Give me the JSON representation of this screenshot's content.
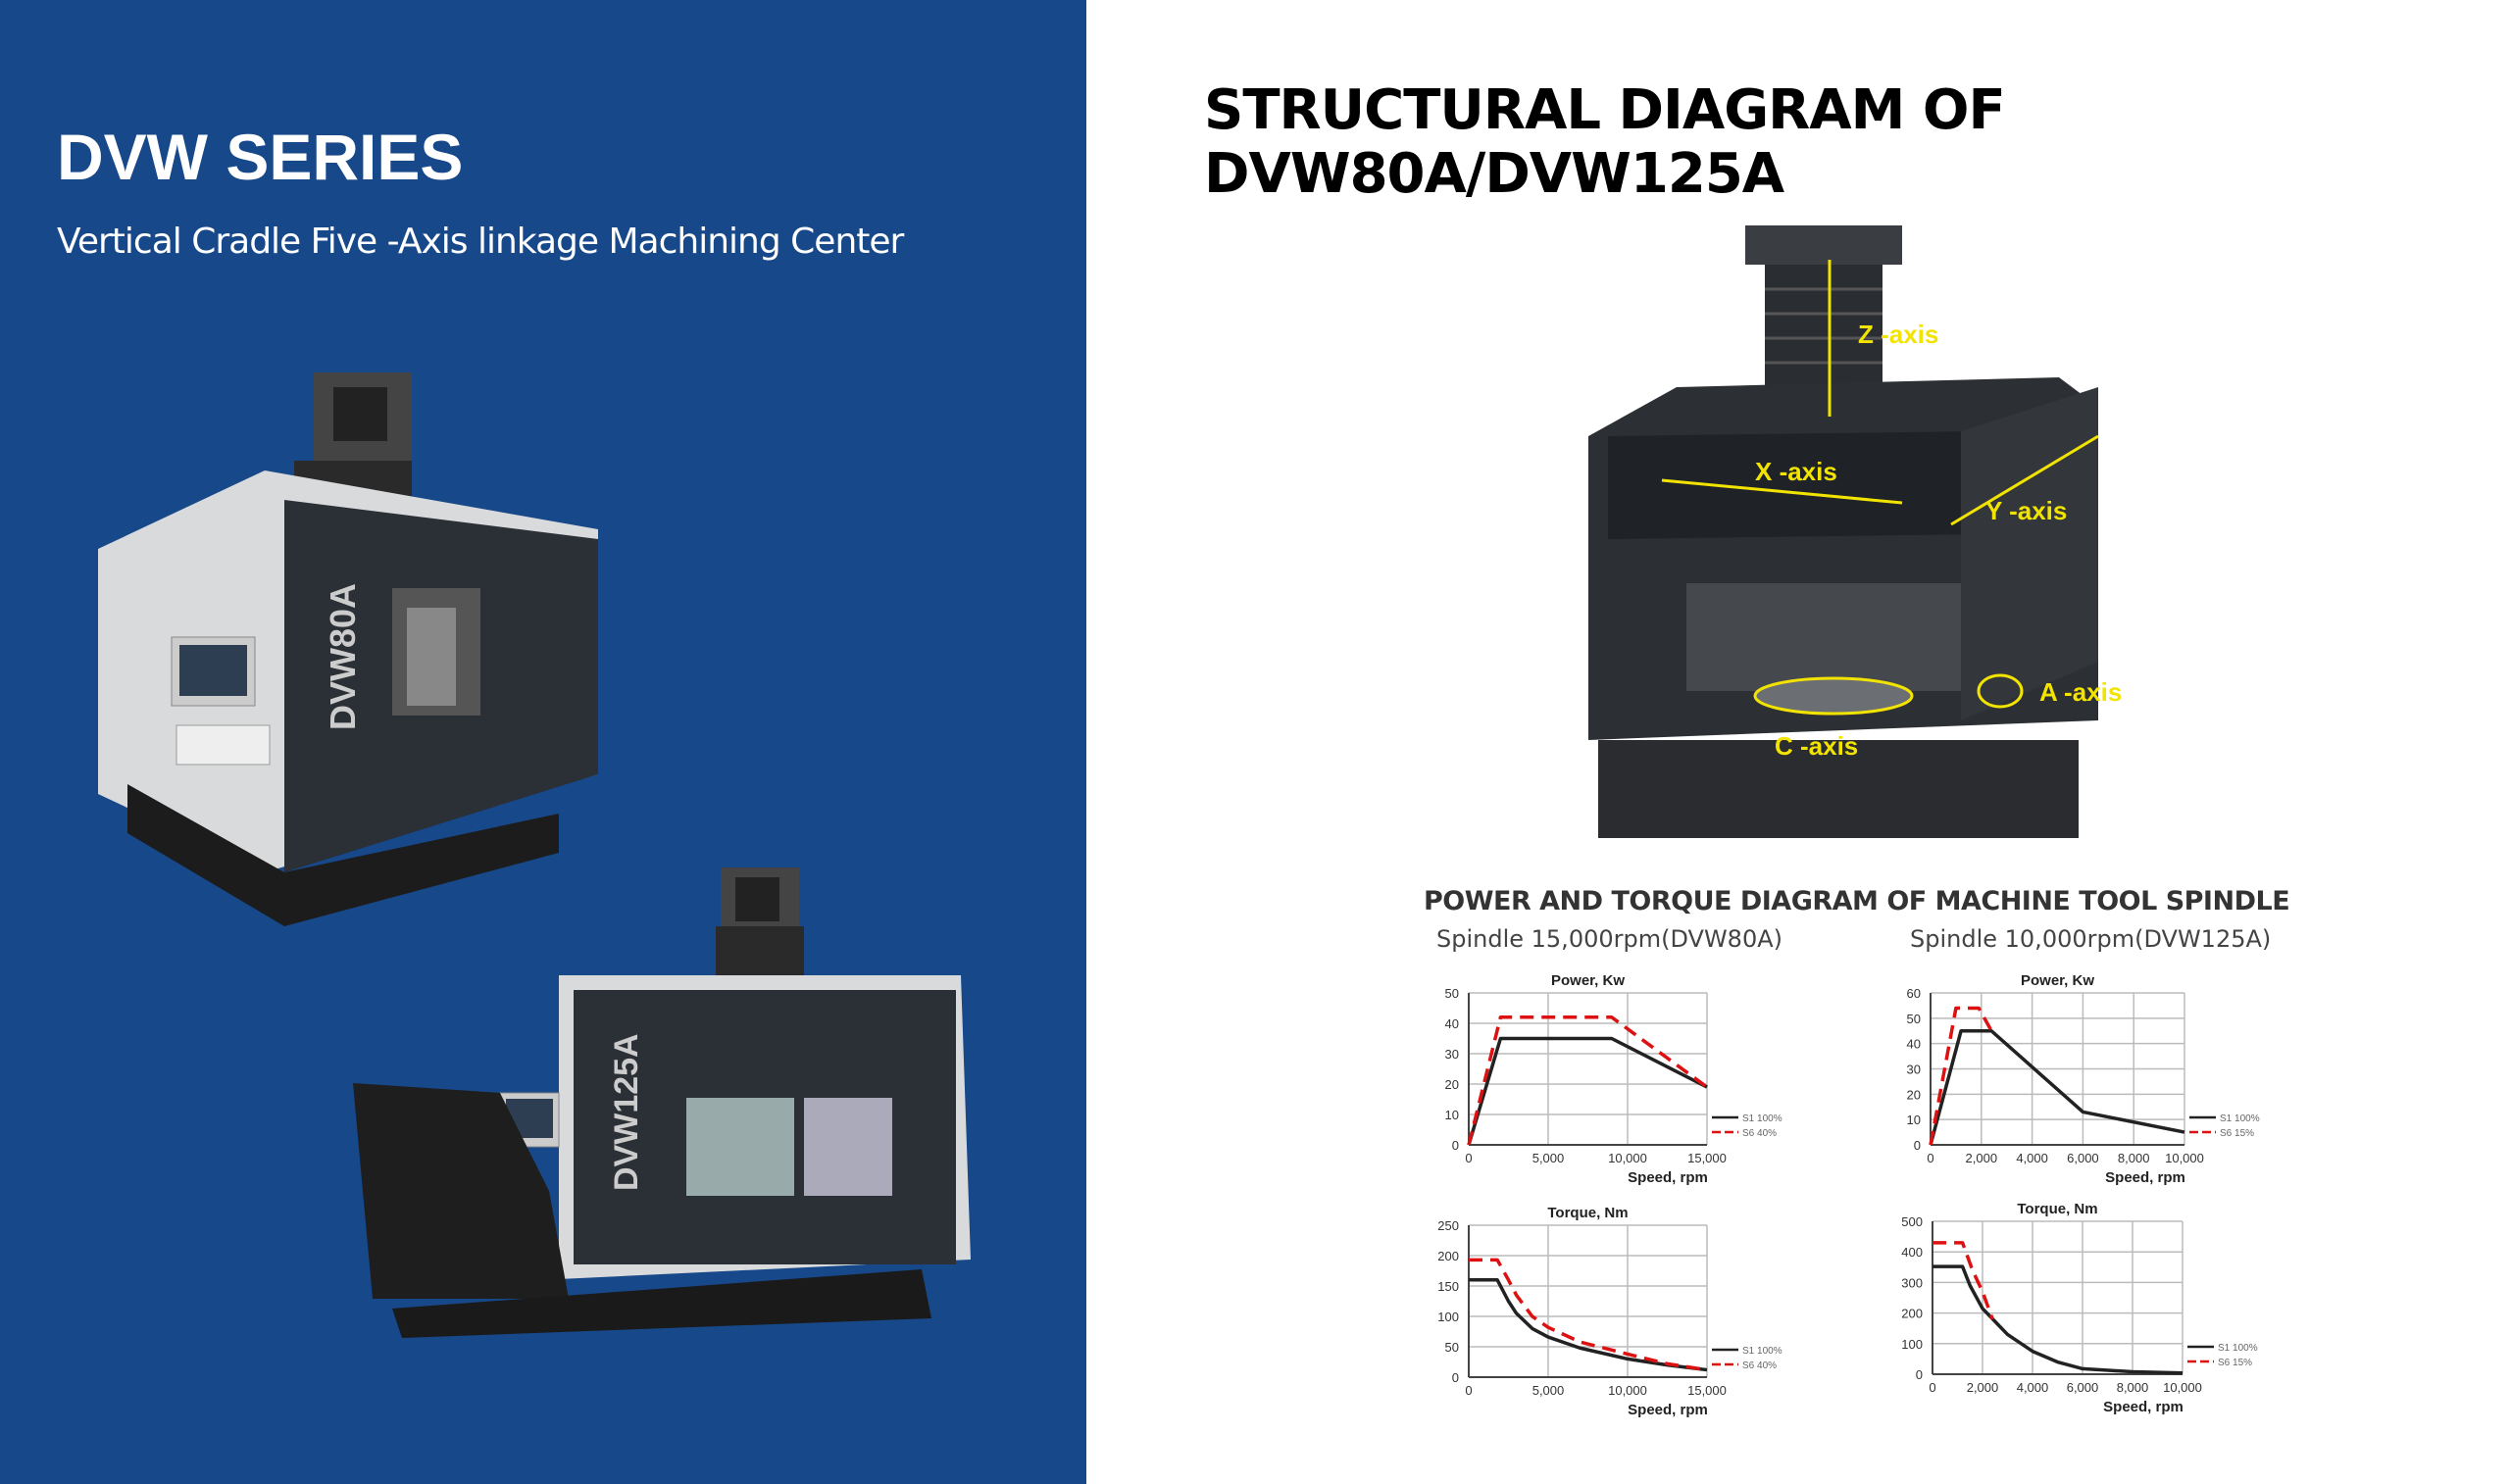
{
  "left_panel": {
    "title": "DVW SERIES",
    "subtitle": "Vertical Cradle Five -Axis linkage Machining Center",
    "machine1_label": "DVW80A",
    "machine2_label": "DVW125A",
    "background": "#174889"
  },
  "right_panel": {
    "title": "STRUCTURAL DIAGRAM OF DVW80A/DVW125A",
    "axes": {
      "z": "Z -axis",
      "x": "X -axis",
      "y": "Y -axis",
      "a": "A -axis",
      "c": "C -axis"
    },
    "axis_color": "#f2e400",
    "power_torque_title": "POWER AND TORQUE DIAGRAM OF MACHINE TOOL SPINDLE",
    "spindle1": "Spindle 15,000rpm(DVW80A)",
    "spindle2": "Spindle 10,000rpm(DVW125A)"
  },
  "chart_data": [
    {
      "type": "line",
      "title": "Power, Kw",
      "xlabel": "Speed, rpm",
      "xlim": [
        0,
        15000
      ],
      "ylim": [
        0,
        50
      ],
      "xticks": [
        0,
        5000,
        10000,
        15000
      ],
      "xtick_labels": [
        "0",
        "5,000",
        "10,000",
        "15,000"
      ],
      "yticks": [
        0,
        10,
        20,
        30,
        40,
        50
      ],
      "grid": true,
      "legend": "right",
      "series": [
        {
          "name": "S1 100%",
          "color": "#222222",
          "style": "solid",
          "points": [
            [
              0,
              0
            ],
            [
              2000,
              35
            ],
            [
              9000,
              35
            ],
            [
              15000,
              19
            ]
          ]
        },
        {
          "name": "S6 40%",
          "color": "#dd1111",
          "style": "dashed",
          "points": [
            [
              0,
              0
            ],
            [
              2000,
              42
            ],
            [
              9000,
              42
            ],
            [
              15000,
              19
            ]
          ]
        }
      ]
    },
    {
      "type": "line",
      "title": "Power, Kw",
      "xlabel": "Speed, rpm",
      "xlim": [
        0,
        10000
      ],
      "ylim": [
        0,
        60
      ],
      "xticks": [
        0,
        2000,
        4000,
        6000,
        8000,
        10000
      ],
      "xtick_labels": [
        "0",
        "2,000",
        "4,000",
        "6,000",
        "8,000",
        "10,000"
      ],
      "yticks": [
        0,
        10,
        20,
        30,
        40,
        50,
        60
      ],
      "grid": true,
      "legend": "right",
      "series": [
        {
          "name": "S1 100%",
          "color": "#222222",
          "style": "solid",
          "points": [
            [
              0,
              0
            ],
            [
              1200,
              45
            ],
            [
              2400,
              45
            ],
            [
              6000,
              13
            ],
            [
              10000,
              5
            ]
          ]
        },
        {
          "name": "S6 15%",
          "color": "#dd1111",
          "style": "dashed",
          "points": [
            [
              0,
              0
            ],
            [
              1000,
              54
            ],
            [
              1900,
              54
            ],
            [
              2400,
              45
            ]
          ]
        }
      ]
    },
    {
      "type": "line",
      "title": "Torque, Nm",
      "xlabel": "Speed, rpm",
      "xlim": [
        0,
        15000
      ],
      "ylim": [
        0,
        250
      ],
      "xticks": [
        0,
        5000,
        10000,
        15000
      ],
      "xtick_labels": [
        "0",
        "5,000",
        "10,000",
        "15,000"
      ],
      "yticks": [
        0,
        50,
        100,
        150,
        200,
        250
      ],
      "grid": true,
      "legend": "right",
      "series": [
        {
          "name": "S1 100%",
          "color": "#222222",
          "style": "solid",
          "points": [
            [
              0,
              160
            ],
            [
              1800,
              160
            ],
            [
              2500,
              125
            ],
            [
              3000,
              105
            ],
            [
              4000,
              80
            ],
            [
              5000,
              66
            ],
            [
              7000,
              48
            ],
            [
              10000,
              30
            ],
            [
              12500,
              20
            ],
            [
              15000,
              12
            ]
          ]
        },
        {
          "name": "S6 40%",
          "color": "#dd1111",
          "style": "dashed",
          "points": [
            [
              0,
              193
            ],
            [
              1800,
              193
            ],
            [
              2500,
              160
            ],
            [
              3000,
              135
            ],
            [
              4000,
              100
            ],
            [
              5000,
              82
            ],
            [
              7000,
              58
            ],
            [
              10000,
              38
            ],
            [
              12500,
              22
            ],
            [
              15000,
              12
            ]
          ]
        }
      ]
    },
    {
      "type": "line",
      "title": "Torque, Nm",
      "xlabel": "Speed, rpm",
      "xlim": [
        0,
        10000
      ],
      "ylim": [
        0,
        500
      ],
      "xticks": [
        0,
        2000,
        4000,
        6000,
        8000,
        10000
      ],
      "xtick_labels": [
        "0",
        "2,000",
        "4,000",
        "6,000",
        "8,000",
        "10,000"
      ],
      "yticks": [
        0,
        100,
        200,
        300,
        400,
        500
      ],
      "grid": true,
      "legend": "right",
      "series": [
        {
          "name": "S1 100%",
          "color": "#222222",
          "style": "solid",
          "points": [
            [
              0,
              352
            ],
            [
              1200,
              352
            ],
            [
              1500,
              290
            ],
            [
              2000,
              215
            ],
            [
              3000,
              130
            ],
            [
              4000,
              75
            ],
            [
              5000,
              40
            ],
            [
              6000,
              18
            ],
            [
              8000,
              8
            ],
            [
              10000,
              4
            ]
          ]
        },
        {
          "name": "S6 15%",
          "color": "#dd1111",
          "style": "dashed",
          "points": [
            [
              0,
              430
            ],
            [
              1200,
              430
            ],
            [
              1600,
              340
            ],
            [
              2000,
              270
            ],
            [
              2400,
              180
            ]
          ]
        }
      ]
    }
  ]
}
